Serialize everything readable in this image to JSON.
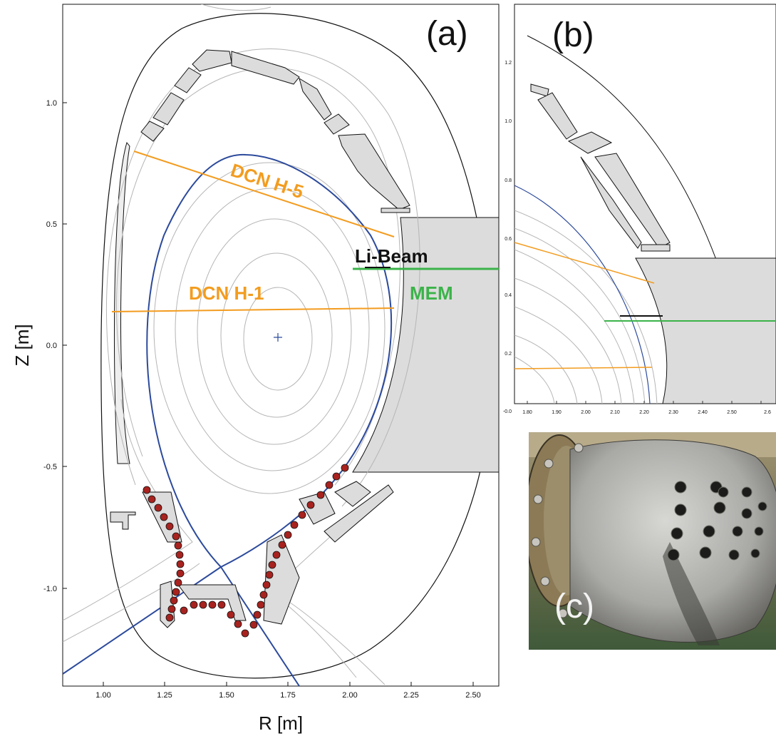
{
  "panels": {
    "a": "(a)",
    "b": "(b)",
    "c": "(c)"
  },
  "axes_a": {
    "xlabel": "R [m]",
    "ylabel": "Z [m]",
    "xticks": [
      "1.00",
      "1.25",
      "1.50",
      "1.75",
      "2.00",
      "2.25",
      "2.50"
    ],
    "yticks": [
      "1.0",
      "0.5",
      "0.0",
      "-0.5",
      "-1.0"
    ]
  },
  "axes_b": {
    "xticks": [
      "1.80",
      "1.90",
      "2.00",
      "2.10",
      "2.20",
      "2.30",
      "2.40",
      "2.50",
      "2.6"
    ],
    "yticks": [
      "1.2",
      "1.0",
      "0.8",
      "0.6",
      "0.4",
      "0.2",
      "-0.0"
    ]
  },
  "labels": {
    "dcn_h5": "DCN H-5",
    "dcn_h1": "DCN H-1",
    "li_beam": "Li-Beam",
    "mem": "MEM"
  },
  "colors": {
    "separatrix": "#2c4a9c",
    "flux": "#b5b5b5",
    "dcn": "#f39c1f",
    "mem": "#3bb34a",
    "probe": "#a8231f",
    "component": "#dcdcdc"
  }
}
